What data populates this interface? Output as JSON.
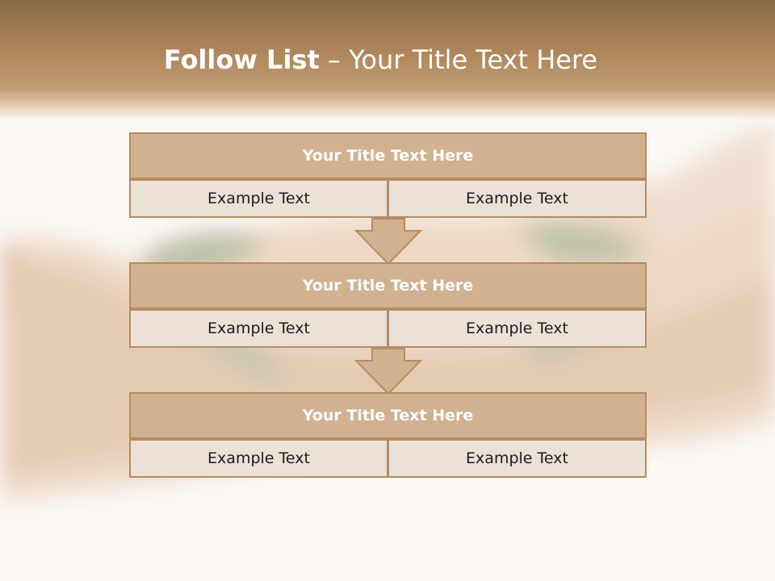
{
  "slide": {
    "title_bold": "Follow List",
    "title_rest": " – Your Title Text Here"
  },
  "rows": [
    {
      "title": "Your Title Text Here",
      "left": "Example Text",
      "right": "Example Text"
    },
    {
      "title": "Your Title Text Here",
      "left": "Example Text",
      "right": "Example Text"
    },
    {
      "title": "Your Title Text Here",
      "left": "Example Text",
      "right": "Example Text"
    }
  ],
  "colors": {
    "header_band": "#a98056",
    "box_fill": "#d0b190",
    "box_border": "#b68c61",
    "cell_fill": "#ece1d6"
  }
}
